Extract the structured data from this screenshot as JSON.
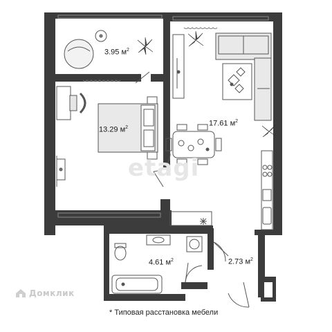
{
  "rooms": {
    "balcony": {
      "area": "3.95 м",
      "unit_power": "2"
    },
    "bedroom": {
      "area": "13.29 м",
      "unit_power": "2"
    },
    "living_kitchen": {
      "area": "17.61 м",
      "unit_power": "2"
    },
    "bathroom": {
      "area": "4.61 м",
      "unit_power": "2"
    },
    "hallway": {
      "area": "2.73 м",
      "unit_power": "2"
    }
  },
  "watermark": "etagi",
  "logo": {
    "text": "Домклик",
    "icon": "domclick-logo-icon"
  },
  "footnote": "* Типовая расстановка мебели",
  "colors": {
    "wall": "#3c3c3c",
    "furniture_line": "#555555",
    "soft_fill": "#e9e9e9"
  }
}
